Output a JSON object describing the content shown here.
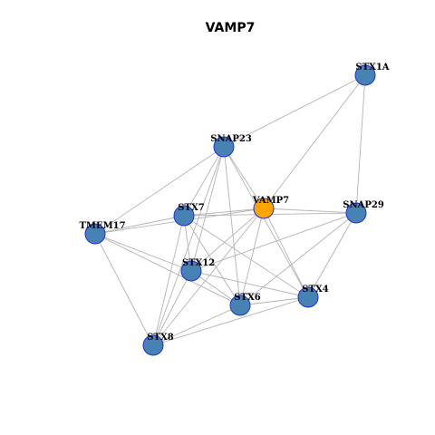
{
  "title": "VAMP7",
  "colors": {
    "focus_node": "#FFA500",
    "node": "#4682B4",
    "node_border": "#1F2FD6",
    "edge": "#B3B3B3"
  },
  "nodes": [
    {
      "id": "STX1A",
      "label": "STX1A",
      "focus": false
    },
    {
      "id": "SNAP23",
      "label": "SNAP23",
      "focus": false
    },
    {
      "id": "VAMP7",
      "label": "VAMP7",
      "focus": true
    },
    {
      "id": "SNAP29",
      "label": "SNAP29",
      "focus": false
    },
    {
      "id": "STX7",
      "label": "STX7",
      "focus": false
    },
    {
      "id": "TMEM17",
      "label": "TMEM17",
      "focus": false
    },
    {
      "id": "STX12",
      "label": "STX12",
      "focus": false
    },
    {
      "id": "STX4",
      "label": "STX4",
      "focus": false
    },
    {
      "id": "STX6",
      "label": "STX6",
      "focus": false
    },
    {
      "id": "STX8",
      "label": "STX8",
      "focus": false
    }
  ],
  "edges": [
    [
      "STX1A",
      "SNAP23"
    ],
    [
      "STX1A",
      "VAMP7"
    ],
    [
      "STX1A",
      "SNAP29"
    ],
    [
      "SNAP23",
      "TMEM17"
    ],
    [
      "SNAP23",
      "STX7"
    ],
    [
      "SNAP23",
      "VAMP7"
    ],
    [
      "SNAP23",
      "STX12"
    ],
    [
      "SNAP23",
      "STX6"
    ],
    [
      "SNAP23",
      "STX4"
    ],
    [
      "SNAP23",
      "STX8"
    ],
    [
      "VAMP7",
      "STX7"
    ],
    [
      "VAMP7",
      "TMEM17"
    ],
    [
      "VAMP7",
      "SNAP29"
    ],
    [
      "VAMP7",
      "STX12"
    ],
    [
      "VAMP7",
      "STX6"
    ],
    [
      "VAMP7",
      "STX4"
    ],
    [
      "VAMP7",
      "STX8"
    ],
    [
      "SNAP29",
      "STX7"
    ],
    [
      "SNAP29",
      "STX12"
    ],
    [
      "SNAP29",
      "STX4"
    ],
    [
      "SNAP29",
      "STX6"
    ],
    [
      "STX7",
      "TMEM17"
    ],
    [
      "STX7",
      "STX12"
    ],
    [
      "STX7",
      "STX6"
    ],
    [
      "STX7",
      "STX4"
    ],
    [
      "STX7",
      "STX8"
    ],
    [
      "TMEM17",
      "STX12"
    ],
    [
      "TMEM17",
      "STX6"
    ],
    [
      "TMEM17",
      "STX8"
    ],
    [
      "STX12",
      "STX6"
    ],
    [
      "STX12",
      "STX4"
    ],
    [
      "STX12",
      "STX8"
    ],
    [
      "STX6",
      "STX4"
    ],
    [
      "STX6",
      "STX8"
    ],
    [
      "STX4",
      "STX8"
    ]
  ]
}
